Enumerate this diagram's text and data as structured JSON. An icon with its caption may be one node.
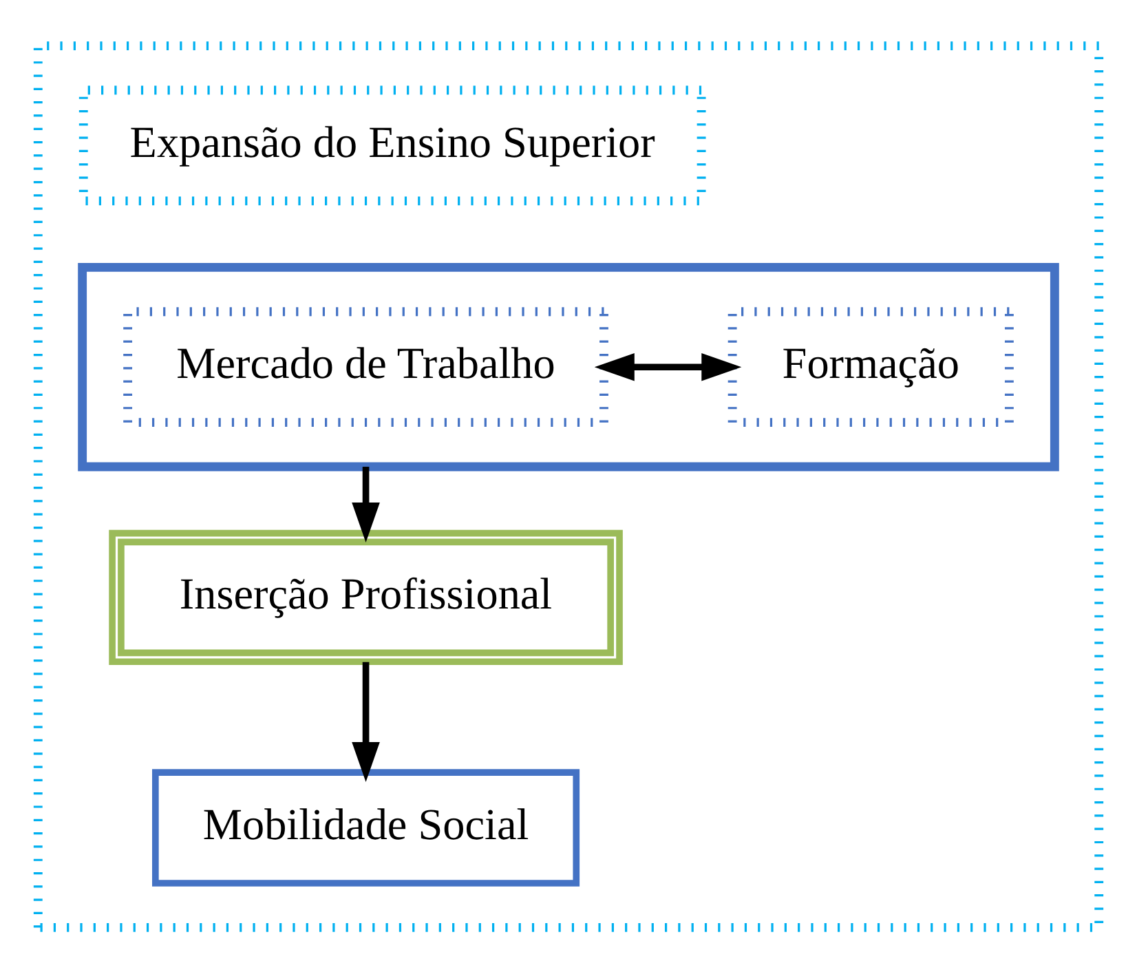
{
  "diagram": {
    "nodes": [
      {
        "text": [],
        "shape": "box"
      },
      {
        "text": [
          "Expansão do Ensino Superior"
        ],
        "in": 0
      },
      {
        "text": [],
        "shape": "box",
        "in": 0
      },
      {
        "text": [
          "Mercado de Trabalho"
        ],
        "in": 2
      },
      {
        "text": [
          "Formação"
        ],
        "in": 2
      },
      {
        "text": [
          "Inserção Profissional"
        ],
        "in": 0
      },
      {
        "text": [
          "Mobilidade Social"
        ],
        "in": 0
      }
    ],
    "edges": [
      {
        "from": 3,
        "to": 4,
        "arrow": "both"
      },
      {
        "from": 2,
        "to": 5,
        "arrow": "to"
      },
      {
        "from": 5,
        "to": 6,
        "arrow": "to"
      }
    ]
  }
}
